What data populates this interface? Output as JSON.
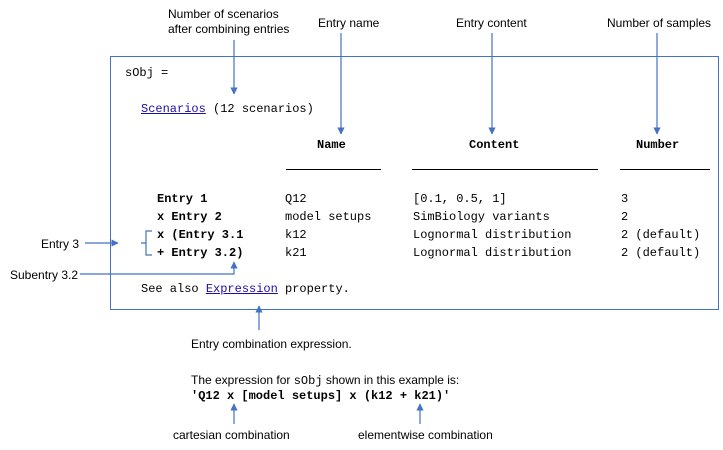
{
  "annotations": {
    "num_scenarios_line1": "Number of scenarios",
    "num_scenarios_line2": "after combining entries",
    "entry_name": "Entry name",
    "entry_content": "Entry content",
    "num_samples": "Number of samples",
    "entry3": "Entry 3",
    "subentry32": "Subentry 3.2",
    "combination_expression": "Entry combination expression.",
    "expression_intro_pre": "The expression for ",
    "expression_intro_obj": "sObj",
    "expression_intro_post": " shown in this example is:",
    "expression": "'Q12 x [model setups] x (k12 + k21)'",
    "cartesian": "cartesian combination",
    "elementwise": "elementwise combination"
  },
  "console": {
    "header": "sObj =",
    "scenarios_link": "Scenarios",
    "scenarios_count": "(12 scenarios)",
    "columns": {
      "name": "Name",
      "content": "Content",
      "number": "Number"
    },
    "rows": [
      {
        "entry": "Entry 1",
        "name": "Q12",
        "content": "[0.1, 0.5, 1]",
        "number": "3"
      },
      {
        "entry": "x Entry 2",
        "name": "model setups",
        "content": "SimBiology variants",
        "number": "2"
      },
      {
        "entry": "x (Entry 3.1",
        "name": "k12",
        "content": "Lognormal distribution",
        "number": "2 (default)"
      },
      {
        "entry": "+ Entry 3.2)",
        "name": "k21",
        "content": "Lognormal distribution",
        "number": "2 (default)"
      }
    ],
    "see_also_pre": "See also",
    "expression_link": "Expression",
    "see_also_post": "property."
  },
  "colors": {
    "arrow": "#4472c4",
    "link": "#1a0dab",
    "box_border": "#4472c4"
  }
}
